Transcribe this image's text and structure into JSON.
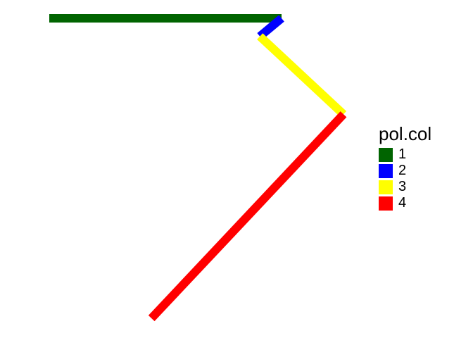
{
  "chart_data": {
    "type": "line",
    "title": "",
    "xlabel": "",
    "ylabel": "",
    "grid": false,
    "axes_visible": false,
    "xlim": [
      0,
      10
    ],
    "ylim": [
      0,
      10
    ],
    "legend": {
      "title": "pol.col",
      "placement": "right"
    },
    "series": [
      {
        "name": "1",
        "color": "#006400",
        "points": [
          [
            0.0,
            10.0
          ],
          [
            7.5,
            10.0
          ]
        ]
      },
      {
        "name": "2",
        "color": "#0000FF",
        "points": [
          [
            7.5,
            10.0
          ],
          [
            6.8,
            9.4
          ]
        ]
      },
      {
        "name": "3",
        "color": "#FFFF00",
        "points": [
          [
            6.8,
            9.4
          ],
          [
            9.5,
            6.8
          ]
        ]
      },
      {
        "name": "4",
        "color": "#FF0000",
        "points": [
          [
            9.5,
            6.8
          ],
          [
            3.3,
            0.0
          ]
        ]
      }
    ]
  }
}
